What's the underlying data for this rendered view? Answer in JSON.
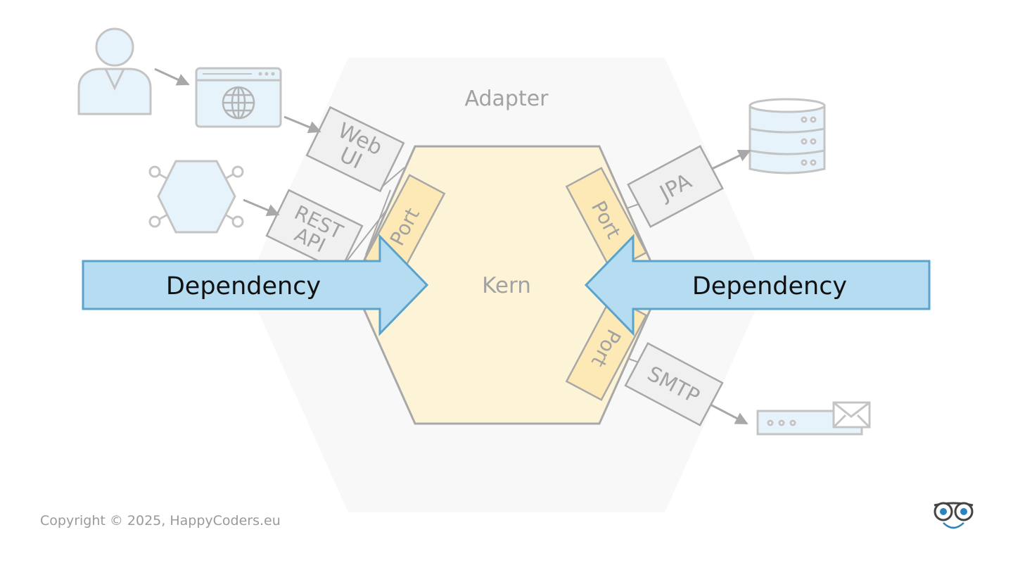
{
  "labels": {
    "adapter": "Adapter",
    "kern": "Kern",
    "web_ui_line1": "Web",
    "web_ui_line2": "UI",
    "rest_api_line1": "REST",
    "rest_api_line2": "API",
    "jpa": "JPA",
    "smtp": "SMTP",
    "port": "Port",
    "dependency_left": "Dependency",
    "dependency_right": "Dependency"
  },
  "footer": {
    "copyright": "Copyright © 2025, HappyCoders.eu"
  },
  "icons": {
    "user": "user-icon",
    "browser": "browser-globe-icon",
    "api_client": "hexagon-network-icon",
    "database": "database-icon",
    "mail": "mail-envelope-icon",
    "logo": "happycoders-glasses-logo-icon"
  },
  "colors": {
    "adapter_fill": "#f8f8f8",
    "kern_fill": "#fdf3d6",
    "port_fill": "#fde9b6",
    "adapter_box_fill": "#f0f0f0",
    "outline": "#a8a8a8",
    "icon_fill": "#e6f3fb",
    "icon_stroke": "#c4c4c4",
    "arrow_fill": "#b6dcf2",
    "arrow_stroke": "#5aa3cc",
    "label_gray": "#a2a2a2"
  }
}
